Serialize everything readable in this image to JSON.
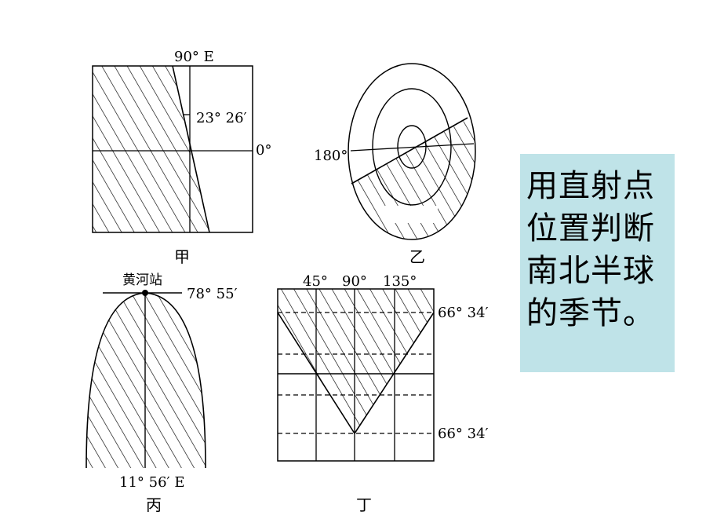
{
  "panel_jia": {
    "title": "甲",
    "label_top": "90° E",
    "label_angle": "23° 26′",
    "label_equator": "0°"
  },
  "panel_yi": {
    "title": "乙",
    "label_left": "180°"
  },
  "panel_bing": {
    "title": "丙",
    "station": "黄河站",
    "label_lat": "78° 55′",
    "label_lon": "11° 56′ E"
  },
  "panel_ding": {
    "title": "丁",
    "lon_labels": [
      "45°",
      "90°",
      "135°"
    ],
    "label_lat_top": "66° 34′",
    "label_lat_bottom": "66° 34′"
  },
  "callout": {
    "text": "用直射点位置判断南北半球的季节。"
  }
}
